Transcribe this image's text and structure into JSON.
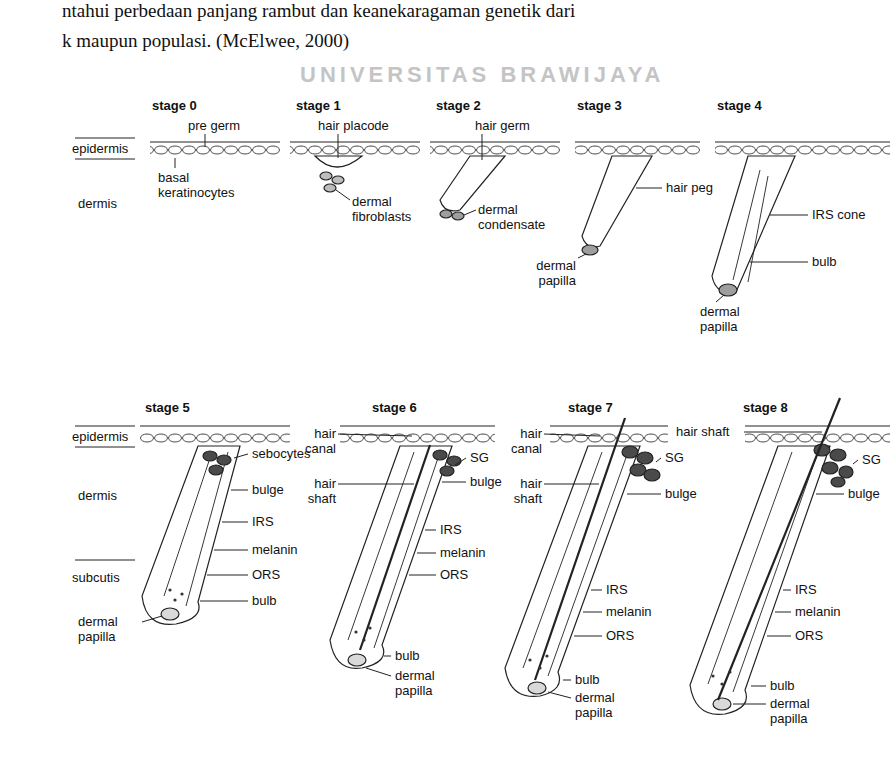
{
  "diagram": {
    "labels": [
      "ntahui perbedaan panjang rambut dan keanekaragaman genetik dari",
      "k maupun populasi. (McElwee, 2000)",
      "UNIVERSITAS BRAWIJAYA",
      "stage 0",
      "stage 1",
      "stage 2",
      "stage 3",
      "stage 4",
      "epidermis",
      "dermis",
      "pre germ",
      "basal keratinocytes",
      "hair placode",
      "dermal fibroblasts",
      "hair germ",
      "dermal condensate",
      "hair peg",
      "dermal papilla",
      "IRS cone",
      "bulb",
      "dermal papilla",
      "stage 5",
      "stage 6",
      "stage 7",
      "stage 8",
      "epidermis",
      "dermis",
      "subcutis",
      "sebocytes",
      "bulge",
      "IRS",
      "melanin",
      "ORS",
      "bulb",
      "dermal papilla",
      "hair canal",
      "hair shaft",
      "SG",
      "bulge",
      "IRS",
      "melanin",
      "ORS",
      "bulb",
      "dermal papilla",
      "hair canal",
      "hair shaft",
      "SG",
      "bulge",
      "IRS",
      "melanin",
      "ORS",
      "bulb",
      "dermal papilla",
      "hair shaft",
      "SG",
      "bulge",
      "IRS",
      "melanin",
      "ORS",
      "bulb",
      "dermal papilla"
    ]
  }
}
